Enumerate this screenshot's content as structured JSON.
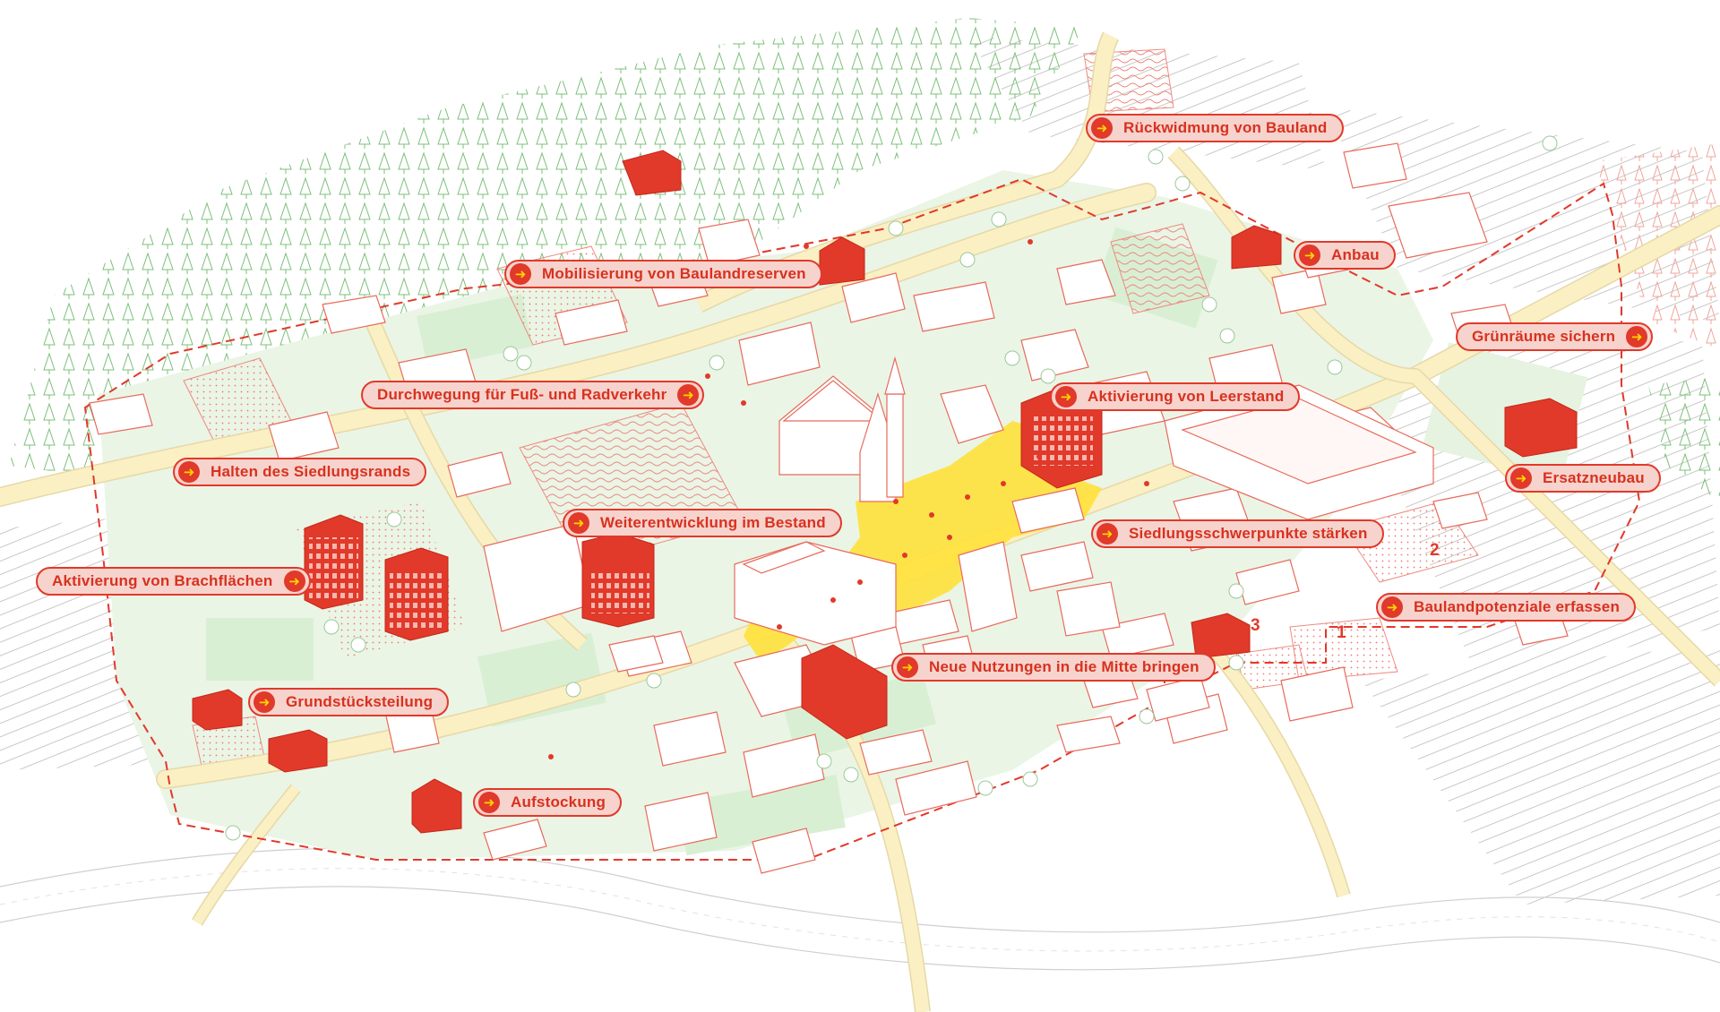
{
  "labels": [
    {
      "id": "rueckwidmung",
      "text": "Rückwidmung von Bauland",
      "icon": "arrow-right-icon",
      "arrow": "left"
    },
    {
      "id": "mobilisierung",
      "text": "Mobilisierung von Baulandreserven",
      "icon": "arrow-right-icon",
      "arrow": "left"
    },
    {
      "id": "anbau",
      "text": "Anbau",
      "icon": "arrow-right-icon",
      "arrow": "left"
    },
    {
      "id": "gruenraeume",
      "text": "Grünräume sichern",
      "icon": "arrow-right-icon",
      "arrow": "right"
    },
    {
      "id": "durchwegung",
      "text": "Durchwegung für Fuß- und Radverkehr",
      "icon": "arrow-right-icon",
      "arrow": "right"
    },
    {
      "id": "leerstand",
      "text": "Aktivierung von Leerstand",
      "icon": "arrow-right-icon",
      "arrow": "left"
    },
    {
      "id": "siedlungsrand",
      "text": "Halten des Siedlungsrands",
      "icon": "arrow-right-icon",
      "arrow": "left"
    },
    {
      "id": "ersatzneubau",
      "text": "Ersatzneubau",
      "icon": "arrow-right-icon",
      "arrow": "left"
    },
    {
      "id": "weiterentwicklung",
      "text": "Weiterentwicklung im Bestand",
      "icon": "arrow-right-icon",
      "arrow": "left"
    },
    {
      "id": "schwerpunkte",
      "text": "Siedlungsschwerpunkte stärken",
      "icon": "arrow-right-icon",
      "arrow": "left"
    },
    {
      "id": "brachflaechen",
      "text": "Aktivierung von Brachflächen",
      "icon": "arrow-right-icon",
      "arrow": "right"
    },
    {
      "id": "baulandpotenziale",
      "text": "Baulandpotenziale erfassen",
      "icon": "arrow-right-icon",
      "arrow": "left"
    },
    {
      "id": "neue-nutzungen",
      "text": "Neue Nutzungen in die Mitte bringen",
      "icon": "arrow-right-icon",
      "arrow": "left"
    },
    {
      "id": "grundstuecksteilung",
      "text": "Grundstücksteilung",
      "icon": "arrow-right-icon",
      "arrow": "left"
    },
    {
      "id": "aufstockung",
      "text": "Aufstockung",
      "icon": "arrow-right-icon",
      "arrow": "left"
    }
  ],
  "plot_numbers": [
    "1",
    "2",
    "3"
  ],
  "colors": {
    "accent_red": "#e1392a",
    "label_fill": "#f7d3cd",
    "arrow_yellow": "#ffd400",
    "square_yellow": "#ffe13a",
    "green_space": "#d9efd4",
    "forest_green": "#7cc07a",
    "road_fill": "#faf0c4",
    "building_outline": "#e86a5c"
  }
}
